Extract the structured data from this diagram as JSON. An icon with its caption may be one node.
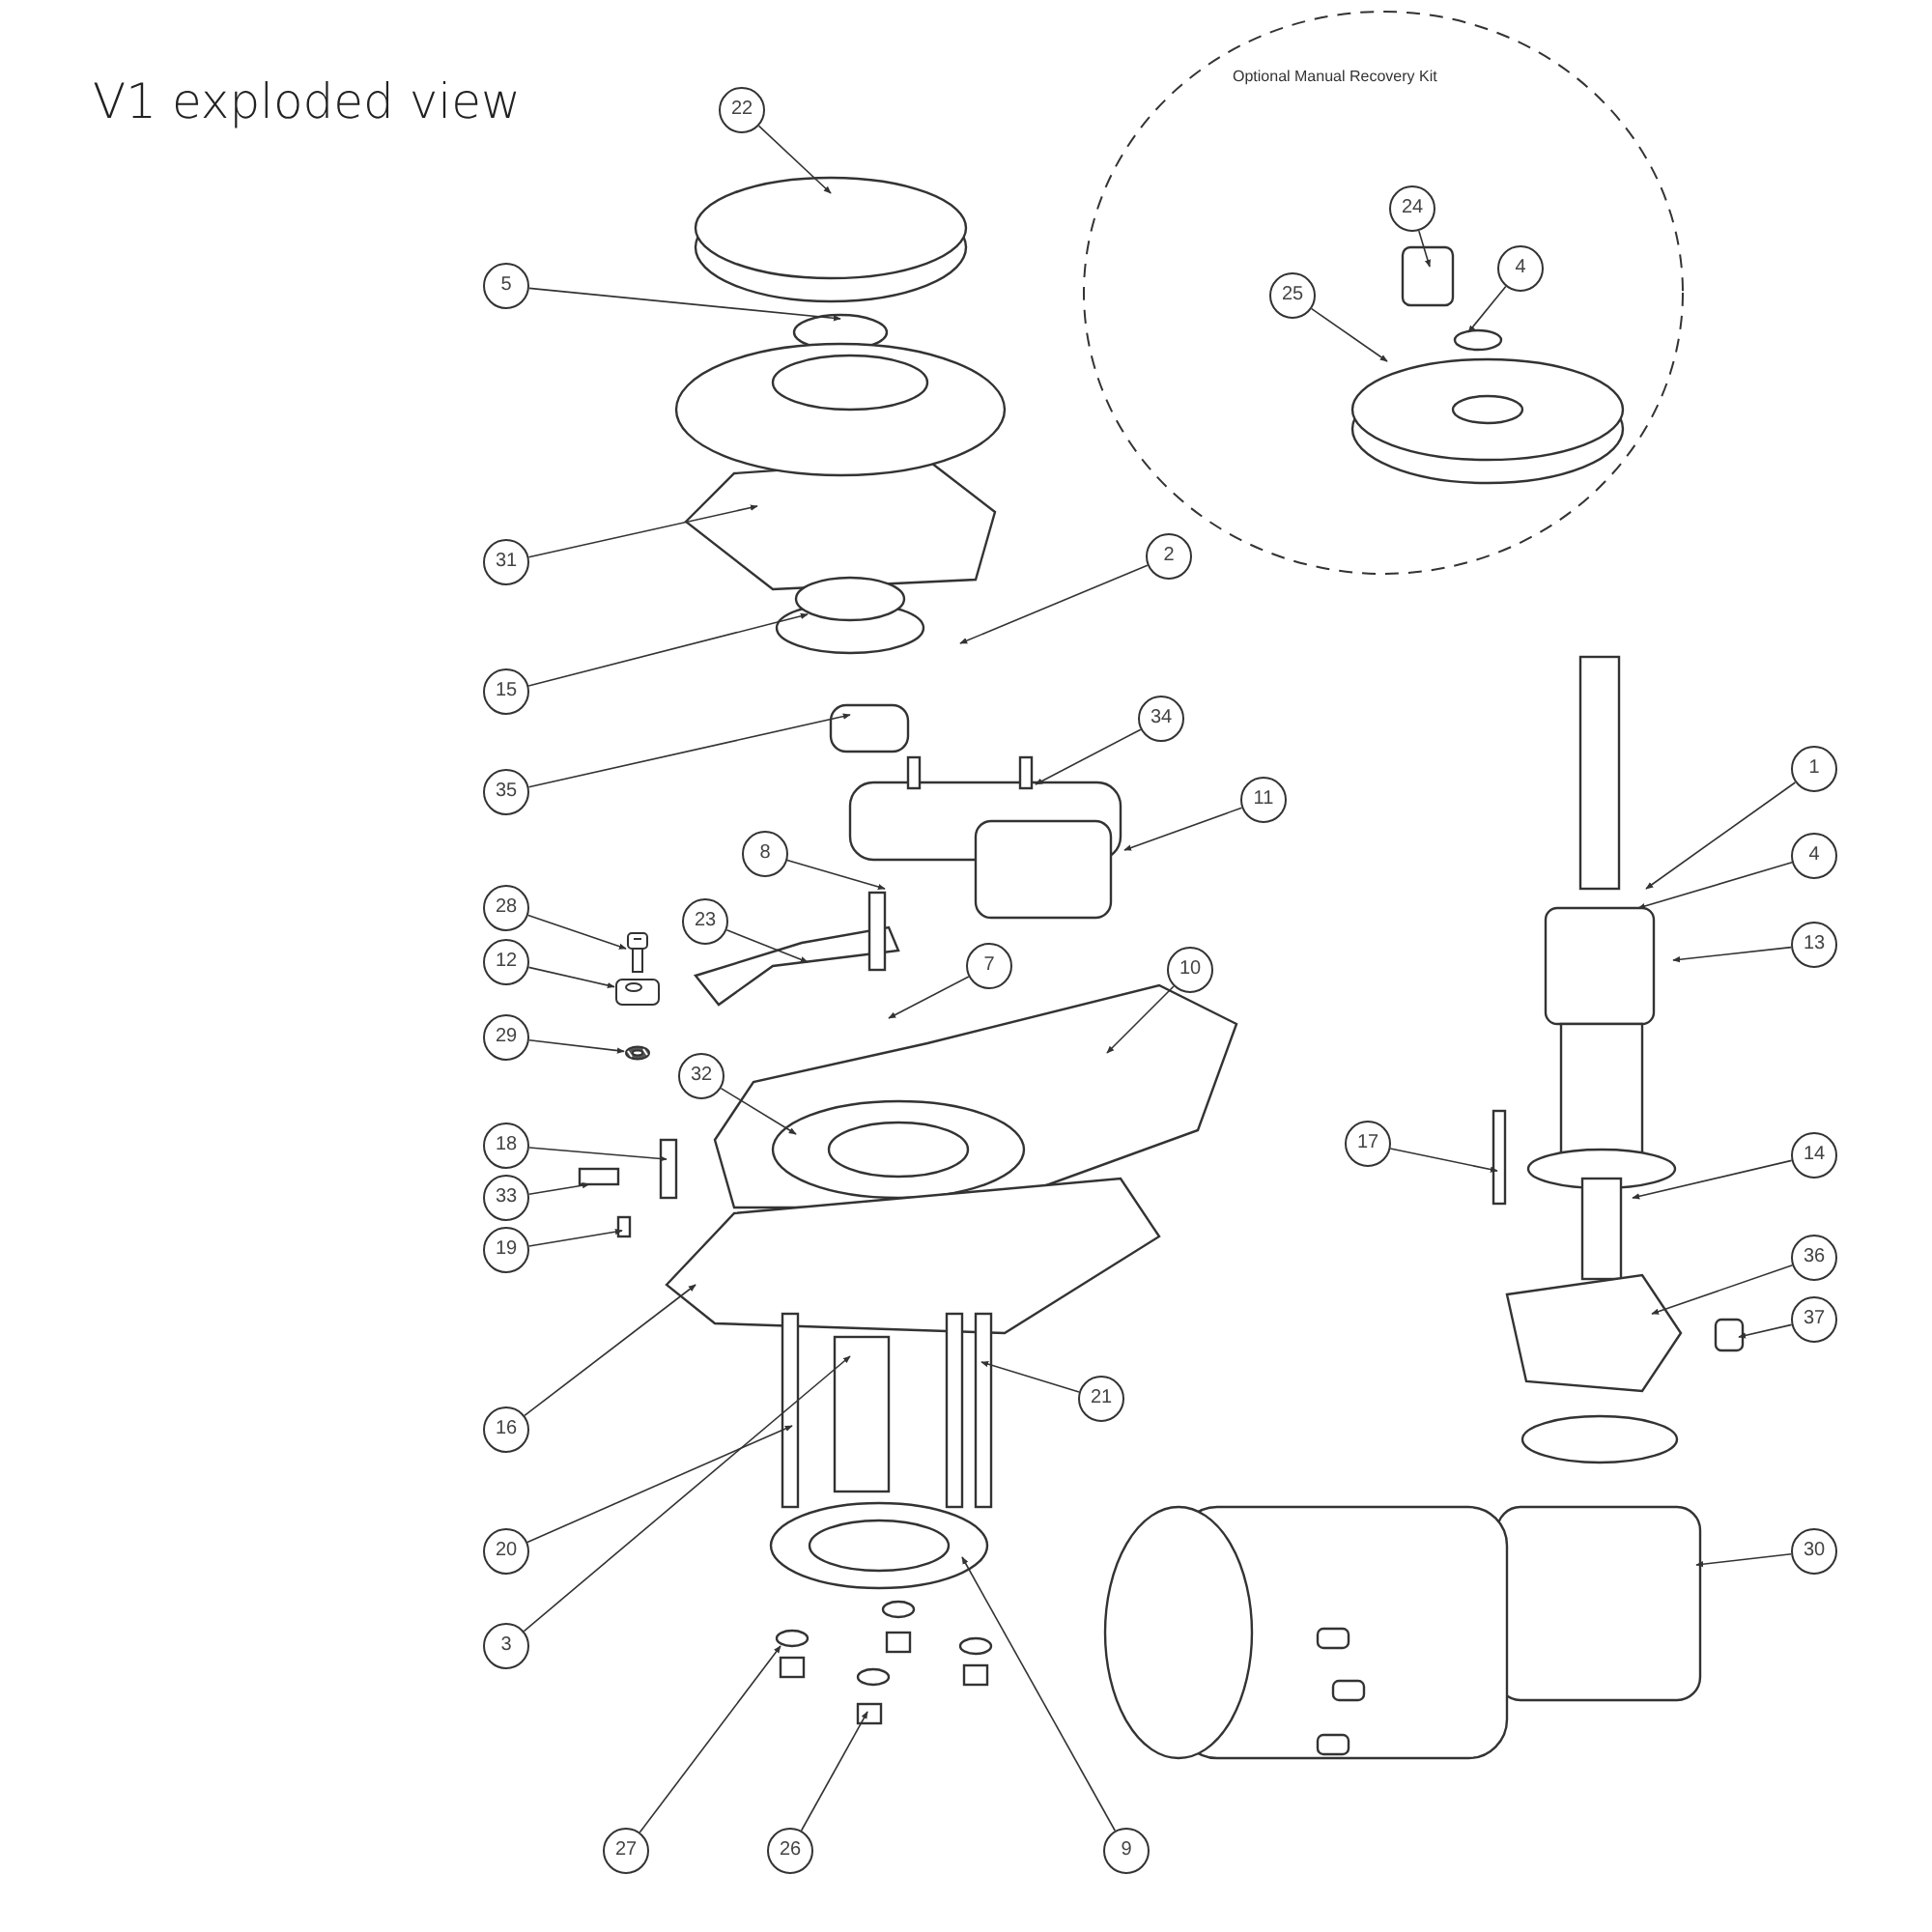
{
  "diagram": {
    "title": "V1 exploded view",
    "nodes": [
      {
        "text": [
          "Optional Manual Recovery Kit"
        ]
      },
      {
        "text": [
          "22"
        ]
      },
      {
        "text": [
          "24"
        ],
        "in": 0
      },
      {
        "text": [
          "4"
        ],
        "in": 0
      },
      {
        "text": [
          "5"
        ]
      },
      {
        "text": [
          "25"
        ],
        "in": 0
      },
      {
        "text": [
          "31"
        ]
      },
      {
        "text": [
          "2"
        ]
      },
      {
        "text": [
          "15"
        ]
      },
      {
        "text": [
          "34"
        ]
      },
      {
        "text": [
          "1"
        ]
      },
      {
        "text": [
          "35"
        ]
      },
      {
        "text": [
          "11"
        ]
      },
      {
        "text": [
          "4"
        ]
      },
      {
        "text": [
          "8"
        ]
      },
      {
        "text": [
          "28"
        ]
      },
      {
        "text": [
          "23"
        ]
      },
      {
        "text": [
          "13"
        ]
      },
      {
        "text": [
          "7"
        ]
      },
      {
        "text": [
          "12"
        ]
      },
      {
        "text": [
          "10"
        ]
      },
      {
        "text": [
          "29"
        ]
      },
      {
        "text": [
          "32"
        ]
      },
      {
        "text": [
          "18"
        ]
      },
      {
        "text": [
          "17"
        ]
      },
      {
        "text": [
          "14"
        ]
      },
      {
        "text": [
          "33"
        ]
      },
      {
        "text": [
          "19"
        ]
      },
      {
        "text": [
          "36"
        ]
      },
      {
        "text": [
          "37"
        ]
      },
      {
        "text": [
          "21"
        ]
      },
      {
        "text": [
          "16"
        ]
      },
      {
        "text": [
          "20"
        ]
      },
      {
        "text": [
          "30"
        ]
      },
      {
        "text": [
          "3"
        ]
      },
      {
        "text": [
          "27"
        ]
      },
      {
        "text": [
          "26"
        ]
      },
      {
        "text": [
          "9"
        ]
      },
      {
        "text": [],
        "shape": "picture"
      },
      {
        "text": [],
        "shape": "picture"
      },
      {
        "text": [],
        "shape": "picture"
      }
    ],
    "edges": [
      {
        "from": 1,
        "to": null,
        "arrow": "to"
      },
      {
        "from": 2,
        "to": null,
        "arrow": "to"
      },
      {
        "from": 3,
        "to": null,
        "arrow": "to"
      },
      {
        "from": 4,
        "to": null,
        "arrow": "to"
      },
      {
        "from": 5,
        "to": null,
        "arrow": "to"
      },
      {
        "from": 6,
        "to": null,
        "arrow": "to"
      },
      {
        "from": 7,
        "to": null,
        "arrow": "to"
      },
      {
        "from": 8,
        "to": null,
        "arrow": "to"
      },
      {
        "from": 9,
        "to": null,
        "arrow": "to"
      },
      {
        "from": 10,
        "to": null,
        "arrow": "to"
      },
      {
        "from": 11,
        "to": null,
        "arrow": "to"
      },
      {
        "from": 12,
        "to": null,
        "arrow": "to"
      },
      {
        "from": 13,
        "to": null,
        "arrow": "to"
      },
      {
        "from": 14,
        "to": null,
        "arrow": "to"
      },
      {
        "from": 15,
        "to": 38,
        "arrow": "to"
      },
      {
        "from": 16,
        "to": null,
        "arrow": "to"
      },
      {
        "from": 17,
        "to": null,
        "arrow": "to"
      },
      {
        "from": 18,
        "to": null,
        "arrow": "to"
      },
      {
        "from": 19,
        "to": 39,
        "arrow": "to"
      },
      {
        "from": 20,
        "to": null,
        "arrow": "to"
      },
      {
        "from": 21,
        "to": 40,
        "arrow": "to"
      },
      {
        "from": 22,
        "to": null,
        "arrow": "to"
      },
      {
        "from": 23,
        "to": null,
        "arrow": "to"
      },
      {
        "from": 24,
        "to": null,
        "arrow": "to"
      },
      {
        "from": 25,
        "to": null,
        "arrow": "to"
      },
      {
        "from": 26,
        "to": null,
        "arrow": "to"
      },
      {
        "from": 27,
        "to": null,
        "arrow": "to"
      },
      {
        "from": 28,
        "to": null,
        "arrow": "to"
      },
      {
        "from": 29,
        "to": null,
        "arrow": "to"
      },
      {
        "from": 30,
        "to": null,
        "arrow": "to"
      },
      {
        "from": 31,
        "to": null,
        "arrow": "to"
      },
      {
        "from": 32,
        "to": null,
        "arrow": "to"
      },
      {
        "from": 33,
        "to": null,
        "arrow": "to"
      },
      {
        "from": 34,
        "to": null,
        "arrow": "to"
      },
      {
        "from": 35,
        "to": null,
        "arrow": "to"
      },
      {
        "from": 36,
        "to": null,
        "arrow": "to"
      },
      {
        "from": 37,
        "to": null,
        "arrow": "to"
      }
    ]
  }
}
